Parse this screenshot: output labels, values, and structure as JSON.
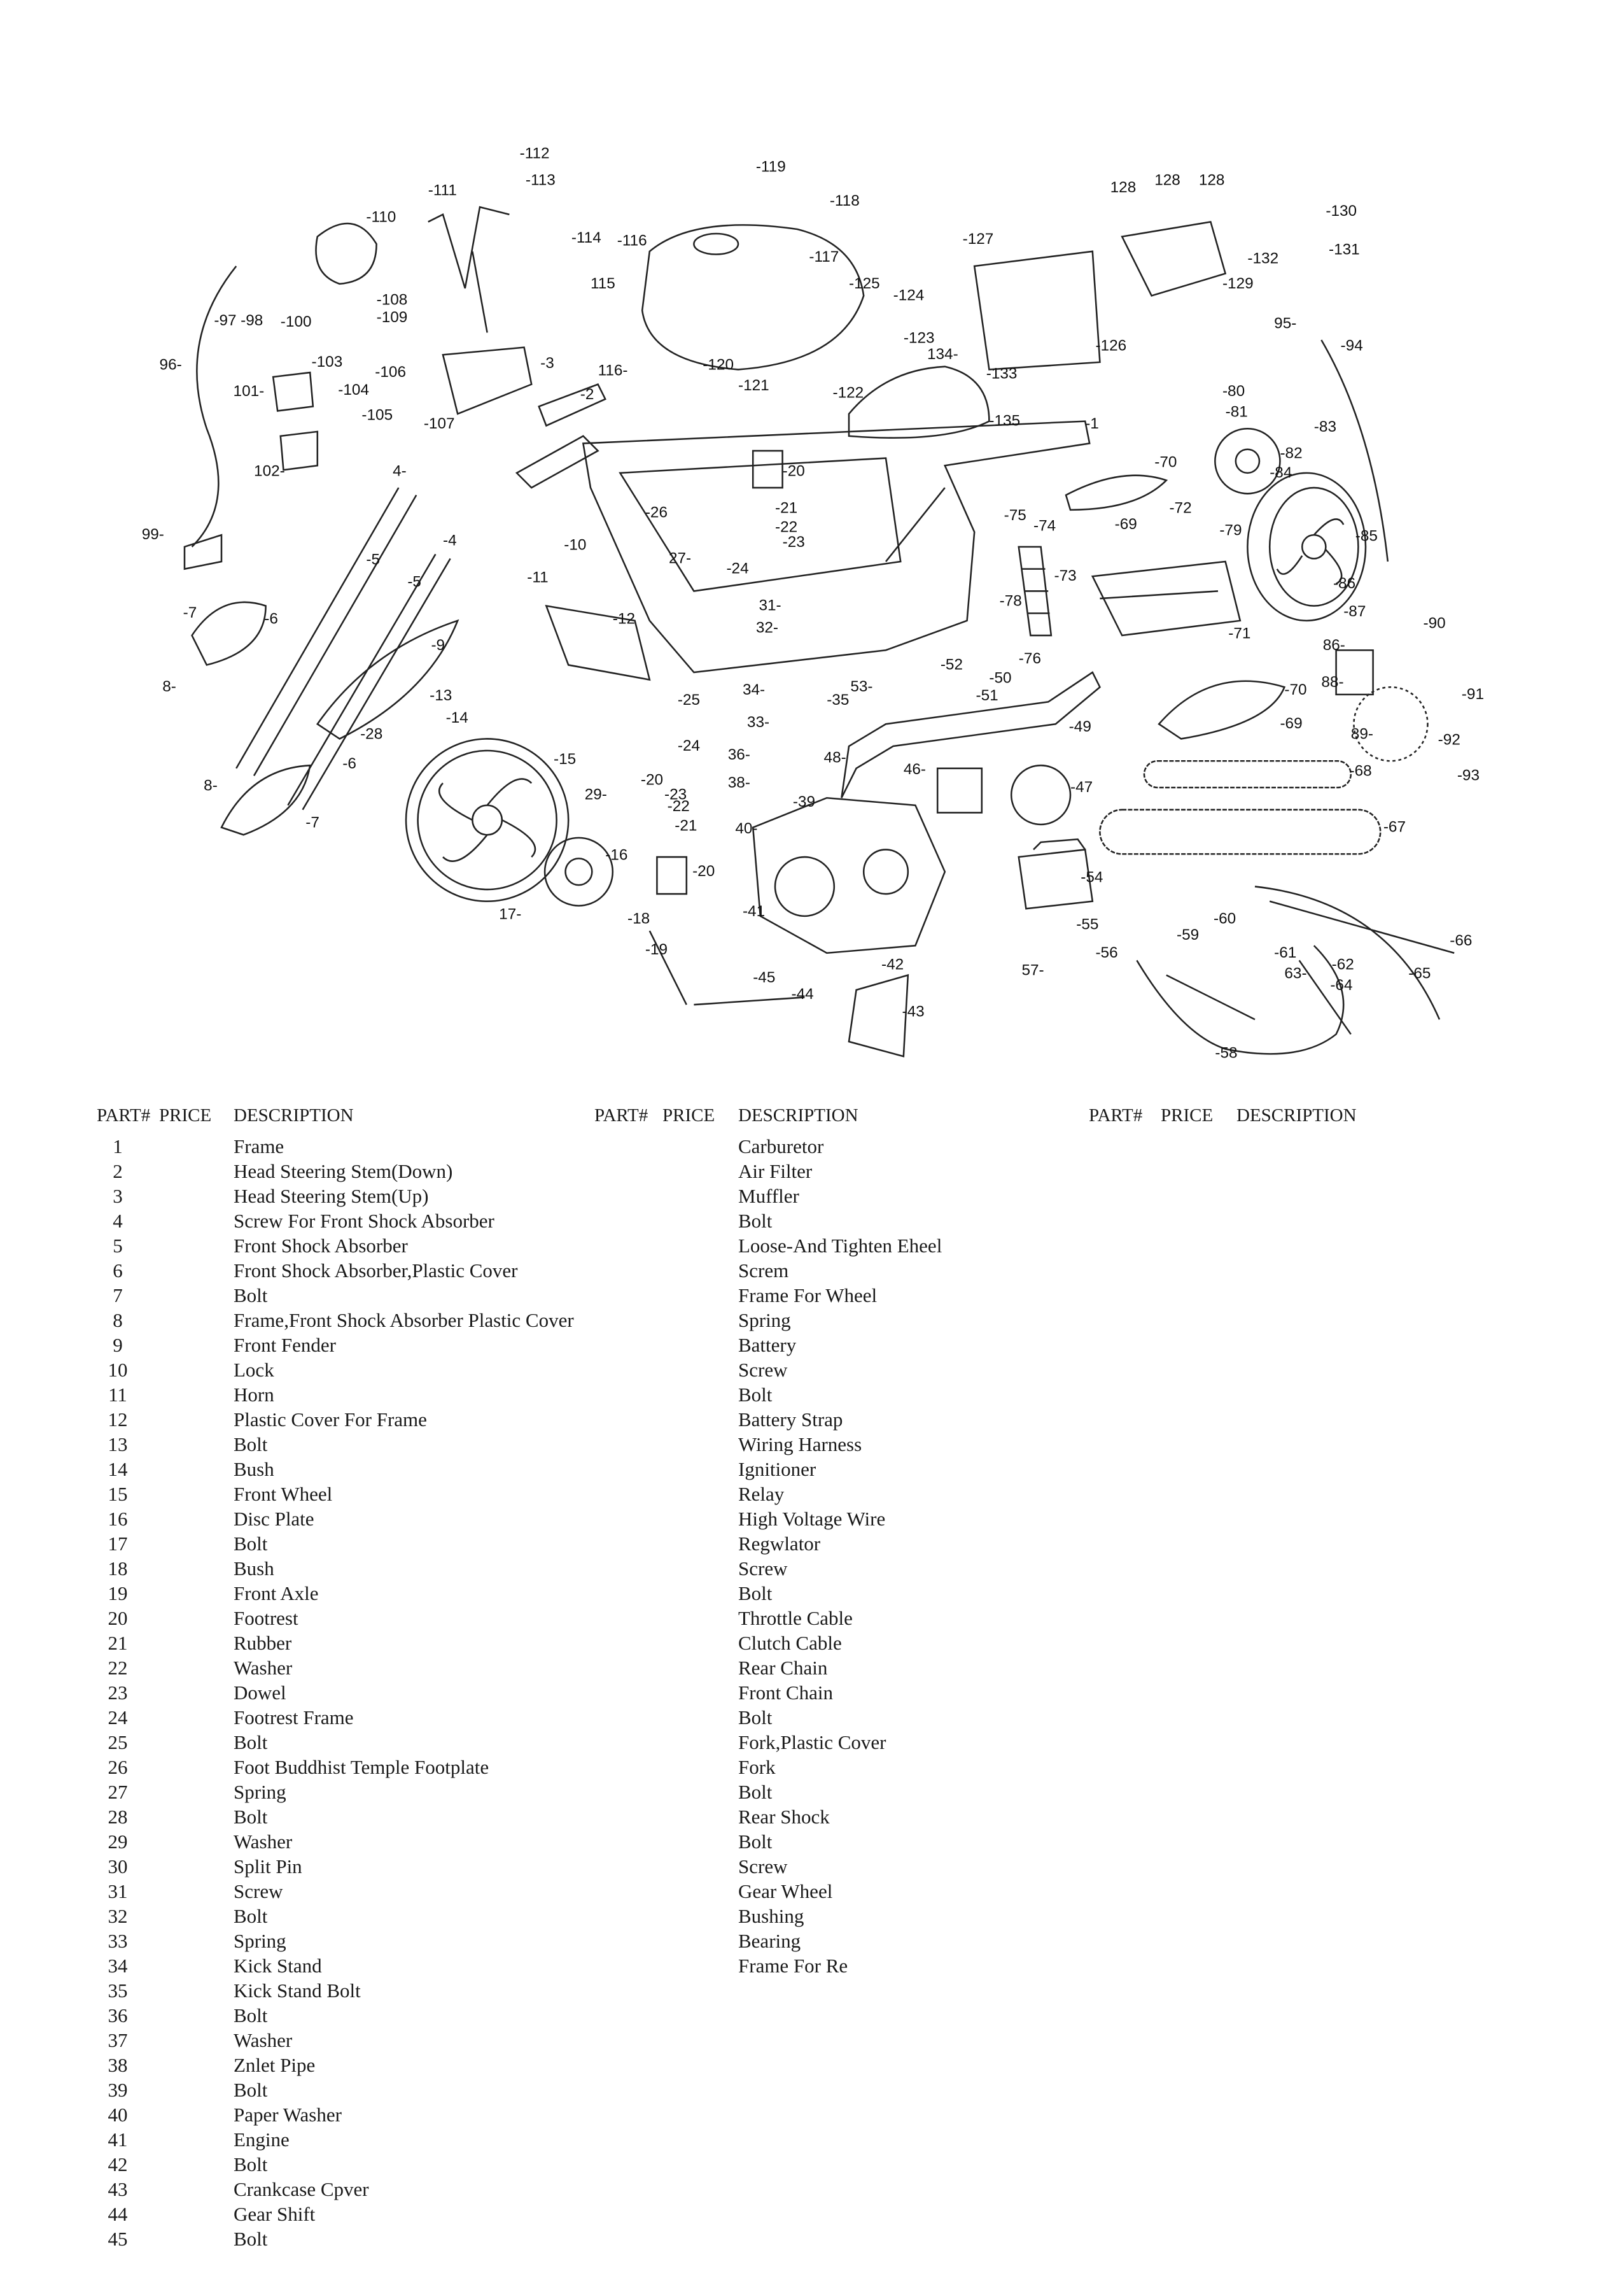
{
  "table": {
    "headers": [
      {
        "part": "PART#",
        "price": "PRICE",
        "description": "DESCRIPTION"
      },
      {
        "part": "PART#",
        "price": "PRICE",
        "description": "DESCRIPTION"
      },
      {
        "part": "PART#",
        "price": "PRICE",
        "description": "DESCRIPTION"
      }
    ],
    "column1": [
      {
        "part": "1",
        "description": "Frame"
      },
      {
        "part": "2",
        "description": "Head Steering Stem(Down)"
      },
      {
        "part": "3",
        "description": "Head Steering Stem(Up)"
      },
      {
        "part": "4",
        "description": "Screw For Front Shock Absorber"
      },
      {
        "part": "5",
        "description": "Front Shock Absorber"
      },
      {
        "part": "6",
        "description": "Front Shock Absorber,Plastic Cover"
      },
      {
        "part": "7",
        "description": "Bolt"
      },
      {
        "part": "8",
        "description": "Frame,Front Shock Absorber Plastic Cover"
      },
      {
        "part": "9",
        "description": "Front Fender"
      },
      {
        "part": "10",
        "description": "Lock"
      },
      {
        "part": "11",
        "description": "Horn"
      },
      {
        "part": "12",
        "description": "Plastic Cover For Frame"
      },
      {
        "part": "13",
        "description": "Bolt"
      },
      {
        "part": "14",
        "description": "Bush"
      },
      {
        "part": "15",
        "description": "Front Wheel"
      },
      {
        "part": "16",
        "description": "Disc Plate"
      },
      {
        "part": "17",
        "description": "Bolt"
      },
      {
        "part": "18",
        "description": "Bush"
      },
      {
        "part": "19",
        "description": "Front Axle"
      },
      {
        "part": "20",
        "description": "Footrest"
      },
      {
        "part": "21",
        "description": "Rubber"
      },
      {
        "part": "22",
        "description": "Washer"
      },
      {
        "part": "23",
        "description": "Dowel"
      },
      {
        "part": "24",
        "description": "Footrest Frame"
      },
      {
        "part": "25",
        "description": "Bolt"
      },
      {
        "part": "26",
        "description": "Foot Buddhist Temple Footplate"
      },
      {
        "part": "27",
        "description": "Spring"
      },
      {
        "part": "28",
        "description": "Bolt"
      },
      {
        "part": "29",
        "description": "Washer"
      },
      {
        "part": "30",
        "description": "Split Pin"
      },
      {
        "part": "31",
        "description": "Screw"
      },
      {
        "part": "32",
        "description": "Bolt"
      },
      {
        "part": "33",
        "description": "Spring"
      },
      {
        "part": "34",
        "description": "Kick Stand"
      },
      {
        "part": "35",
        "description": "Kick Stand Bolt"
      },
      {
        "part": "36",
        "description": "Bolt"
      },
      {
        "part": "37",
        "description": "Washer"
      },
      {
        "part": "38",
        "description": "Znlet Pipe"
      },
      {
        "part": "39",
        "description": "Bolt"
      },
      {
        "part": "40",
        "description": "Paper Washer"
      },
      {
        "part": "41",
        "description": "Engine"
      },
      {
        "part": "42",
        "description": "Bolt"
      },
      {
        "part": "43",
        "description": "Crankcase Cpver"
      },
      {
        "part": "44",
        "description": "Gear Shift"
      },
      {
        "part": "45",
        "description": "Bolt"
      }
    ],
    "column2": [
      "Carburetor",
      "Air Filter",
      "Muffler",
      "Bolt",
      "Loose-And Tighten Eheel",
      "Screm",
      "Frame For Wheel",
      "Spring",
      "Battery",
      "Screw",
      "Bolt",
      "Battery Strap",
      "Wiring Harness",
      "Ignitioner",
      "Relay",
      "High Voltage Wire",
      "Regwlator",
      "Screw",
      "Bolt",
      "Throttle Cable",
      "Clutch Cable",
      "Rear Chain",
      "Front Chain",
      "Bolt",
      "Fork,Plastic Cover",
      "Fork",
      "Bolt",
      "Rear Shock",
      "Bolt",
      "Screw",
      "Gear Wheel",
      "Bushing",
      "Bearing",
      "Frame For Re"
    ]
  },
  "diagram": {
    "callouts": [
      "-112",
      "-113",
      "-111",
      "-110",
      "-119",
      "-118",
      "-117",
      "-114",
      "-116",
      "115",
      "-125",
      "-124",
      "-123",
      "-127",
      "128",
      "128",
      "128",
      "-130",
      "-131",
      "-132",
      "-129",
      "-126",
      "134-",
      "-133",
      "-135",
      "-1",
      "-97",
      "-98",
      "-100",
      "-108",
      "-109",
      "96-",
      "-103",
      "101-",
      "-104",
      "-106",
      "-105",
      "-107",
      "102-",
      "-3",
      "-2",
      "116-",
      "-120",
      "-121",
      "-122",
      "95-",
      "-94",
      "-80",
      "-81",
      "-83",
      "-82",
      "-84",
      "-70",
      "4-",
      "-20",
      "-5",
      "-5",
      "-4",
      "99-",
      "-26",
      "-21",
      "-22",
      "-23",
      "-10",
      "-11",
      "27-",
      "-24",
      "-72",
      "-69",
      "-79",
      "-85",
      "-74",
      "-75",
      "-76",
      "-73",
      "-78",
      "-86",
      "-87",
      "-90",
      "-71",
      "31-",
      "32-",
      "-12",
      "-6",
      "-7",
      "-9",
      "8-",
      "-13",
      "-14",
      "-25",
      "-28",
      "34-",
      "-35",
      "53-",
      "-52",
      "-50",
      "-51",
      "-70",
      "88-",
      "-91",
      "-69",
      "-49",
      "33-",
      "89-",
      "-92",
      "-68",
      "-93",
      "-24",
      "36-",
      "-15",
      "-20",
      "-23",
      "-22",
      "-21",
      "29-",
      "38-",
      "-39",
      "46-",
      "-47",
      "8-",
      "-6",
      "-7",
      "40-",
      "-20",
      "-16",
      "-41",
      "48-",
      "-54",
      "-67",
      "17-",
      "-18",
      "-19",
      "-55",
      "-56",
      "-60",
      "-59",
      "-61",
      "-62",
      "63-",
      "-64",
      "-66",
      "-65",
      "57-",
      "-45",
      "-44",
      "-42",
      "-43",
      "-58",
      "86-"
    ]
  }
}
